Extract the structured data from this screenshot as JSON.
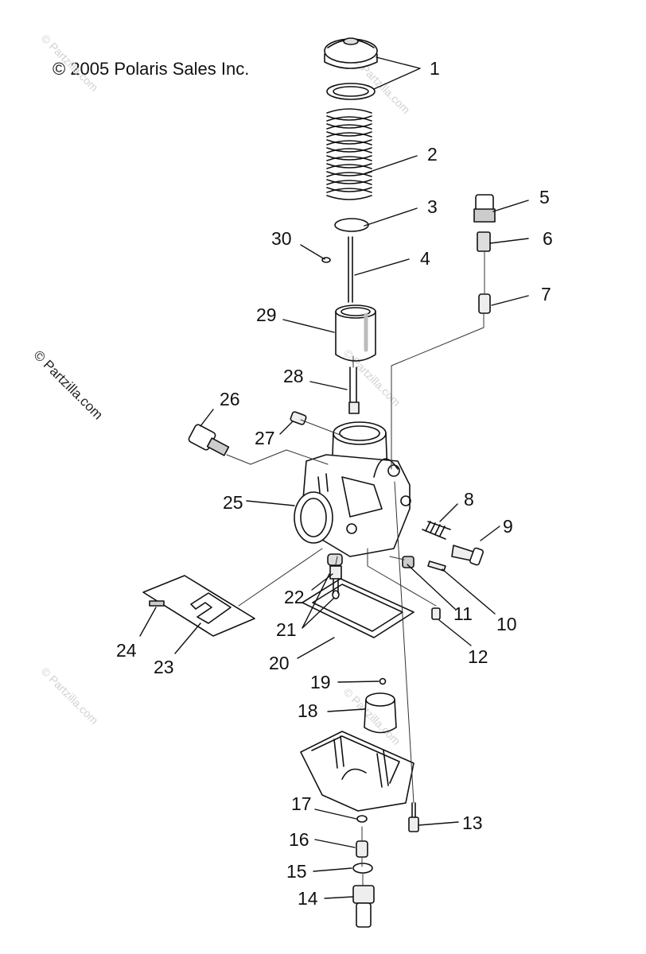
{
  "copyright": "© 2005 Polaris Sales Inc.",
  "watermark": "© Partzilla.com",
  "callouts": [
    "1",
    "2",
    "3",
    "4",
    "5",
    "6",
    "7",
    "8",
    "9",
    "10",
    "11",
    "12",
    "13",
    "14",
    "15",
    "16",
    "17",
    "18",
    "19",
    "20",
    "21",
    "22",
    "23",
    "24",
    "25",
    "26",
    "27",
    "28",
    "29",
    "30"
  ]
}
